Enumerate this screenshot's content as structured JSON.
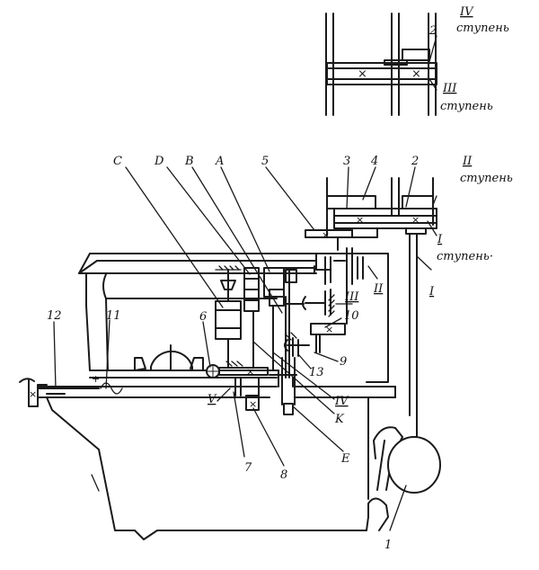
{
  "labels": {
    "upper_belt_no": "2",
    "stage_IV_numeral": "IV",
    "stage_word_top": "ступень",
    "stage_III_numeral": "III",
    "stage_word_top2": "ступень",
    "C": "C",
    "D": "D",
    "B": "B",
    "A": "A",
    "n5": "5",
    "n3": "3",
    "n4": "4",
    "n2": "2",
    "stage_II_numeral": "II",
    "stage_word_II": "ступень",
    "stage_I_numeral": "I",
    "stage_word_I": "ступень·",
    "shaft_I": "I",
    "shaft_II": "II",
    "shaft_III": "III",
    "n10": "10",
    "n9": "9",
    "n13": "13",
    "n6": "6",
    "n12": "12",
    "n11": "11",
    "shaft_IV": "IV",
    "shaft_V": "V",
    "K": "K",
    "E": "E",
    "n7": "7",
    "n8": "8",
    "n1": "1"
  },
  "icons": {
    "motor": "circle-motor-icon",
    "gear": "gear-wheel-icon",
    "pulley": "pulley-icon"
  }
}
